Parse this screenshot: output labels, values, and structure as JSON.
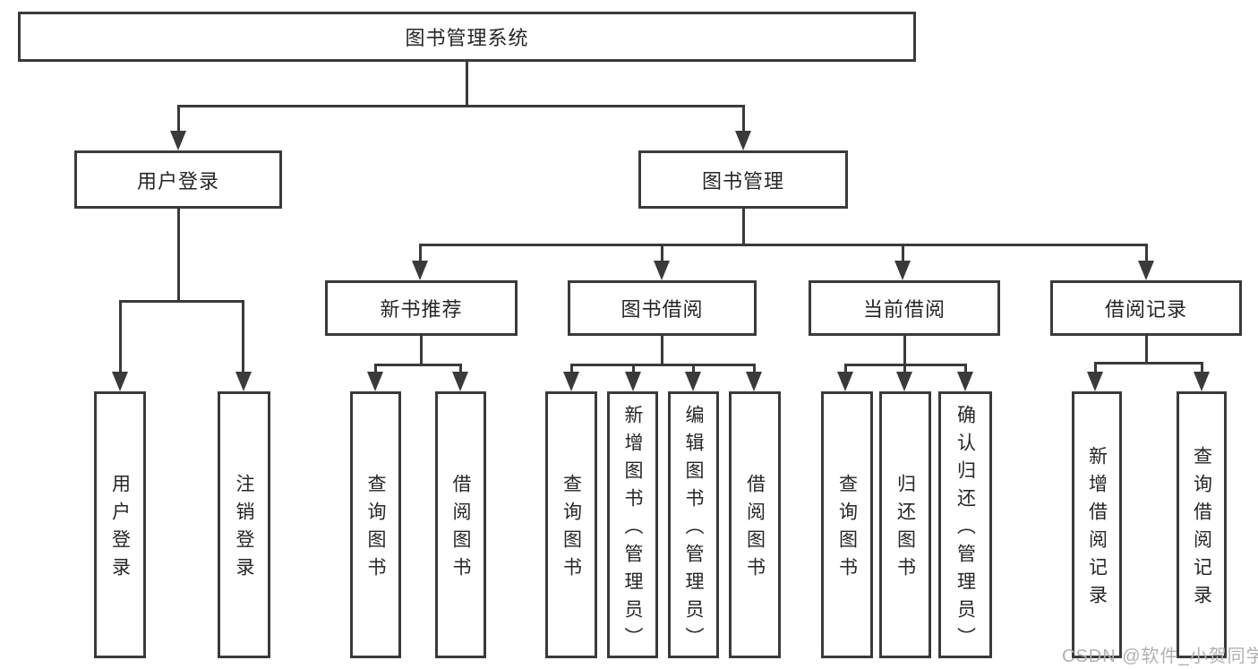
{
  "diagram": {
    "title": "图书管理系统",
    "type": "tree",
    "colors": {
      "line": "#3a3a3a",
      "text": "#262626",
      "background": "#ffffff",
      "watermark": "#b2b0b0"
    },
    "nodes": {
      "root": "图书管理系统",
      "user_login": "用户登录",
      "book_management": "图书管理",
      "new_book_recommend": "新书推荐",
      "book_borrow": "图书借阅",
      "current_borrow": "当前借阅",
      "borrow_record": "借阅记录",
      "leaf_user_login": "用户登录",
      "leaf_logout": "注销登录",
      "nbr_query_books": "查询图书",
      "nbr_borrow_books": "借阅图书",
      "bb_query_books": "查询图书",
      "bb_add_books": "新增图书（管理员）",
      "bb_edit_books": "编辑图书（管理员）",
      "bb_borrow_books": "借阅图书",
      "cb_query_books": "查询图书",
      "cb_return_books": "归还图书",
      "cb_confirm_return": "确认归还（管理员）",
      "br_add_record": "新增借阅记录",
      "br_query_record": "查询借阅记录"
    },
    "edges": [
      [
        "图书管理系统",
        "用户登录"
      ],
      [
        "图书管理系统",
        "图书管理"
      ],
      [
        "用户登录",
        "用户登录"
      ],
      [
        "用户登录",
        "注销登录"
      ],
      [
        "图书管理",
        "新书推荐"
      ],
      [
        "图书管理",
        "图书借阅"
      ],
      [
        "图书管理",
        "当前借阅"
      ],
      [
        "图书管理",
        "借阅记录"
      ],
      [
        "新书推荐",
        "查询图书"
      ],
      [
        "新书推荐",
        "借阅图书"
      ],
      [
        "图书借阅",
        "查询图书"
      ],
      [
        "图书借阅",
        "新增图书（管理员）"
      ],
      [
        "图书借阅",
        "编辑图书（管理员）"
      ],
      [
        "图书借阅",
        "借阅图书"
      ],
      [
        "当前借阅",
        "查询图书"
      ],
      [
        "当前借阅",
        "归还图书"
      ],
      [
        "当前借阅",
        "确认归还（管理员）"
      ],
      [
        "借阅记录",
        "新增借阅记录"
      ],
      [
        "借阅记录",
        "查询借阅记录"
      ]
    ],
    "watermark": "CSDN @软件_小贺同学"
  }
}
